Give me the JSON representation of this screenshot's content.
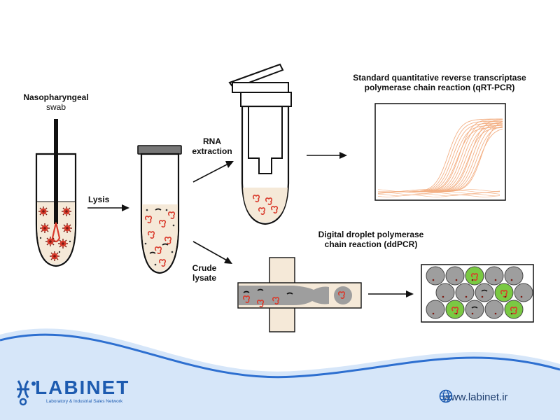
{
  "labels": {
    "swab_line1": "Nasopharyngeal",
    "swab_line2": "swab",
    "lysis": "Lysis",
    "rna_line1": "RNA",
    "rna_line2": "extraction",
    "crude_line1": "Crude",
    "crude_line2": "lysate",
    "qrt_line1": "Standard quantitative reverse transcriptase",
    "qrt_line2": "polymerase chain reaction (qRT-PCR)",
    "dd_line1": "Digital droplet polymerase",
    "dd_line2": "chain reaction (ddPCR)"
  },
  "footer": {
    "brand": "LABINET",
    "tagline": "Laboratory & Industrial Sales Network",
    "url": "www.labinet.ir"
  },
  "colors": {
    "virus_red": "#d93a2b",
    "curve_orange": "#f2a878",
    "fluid": "#f5e9d8",
    "droplet_grey": "#9e9e9e",
    "droplet_green": "#7ac943",
    "footer_blue": "#d6e6f9",
    "brand_blue": "#1d5bb0"
  }
}
